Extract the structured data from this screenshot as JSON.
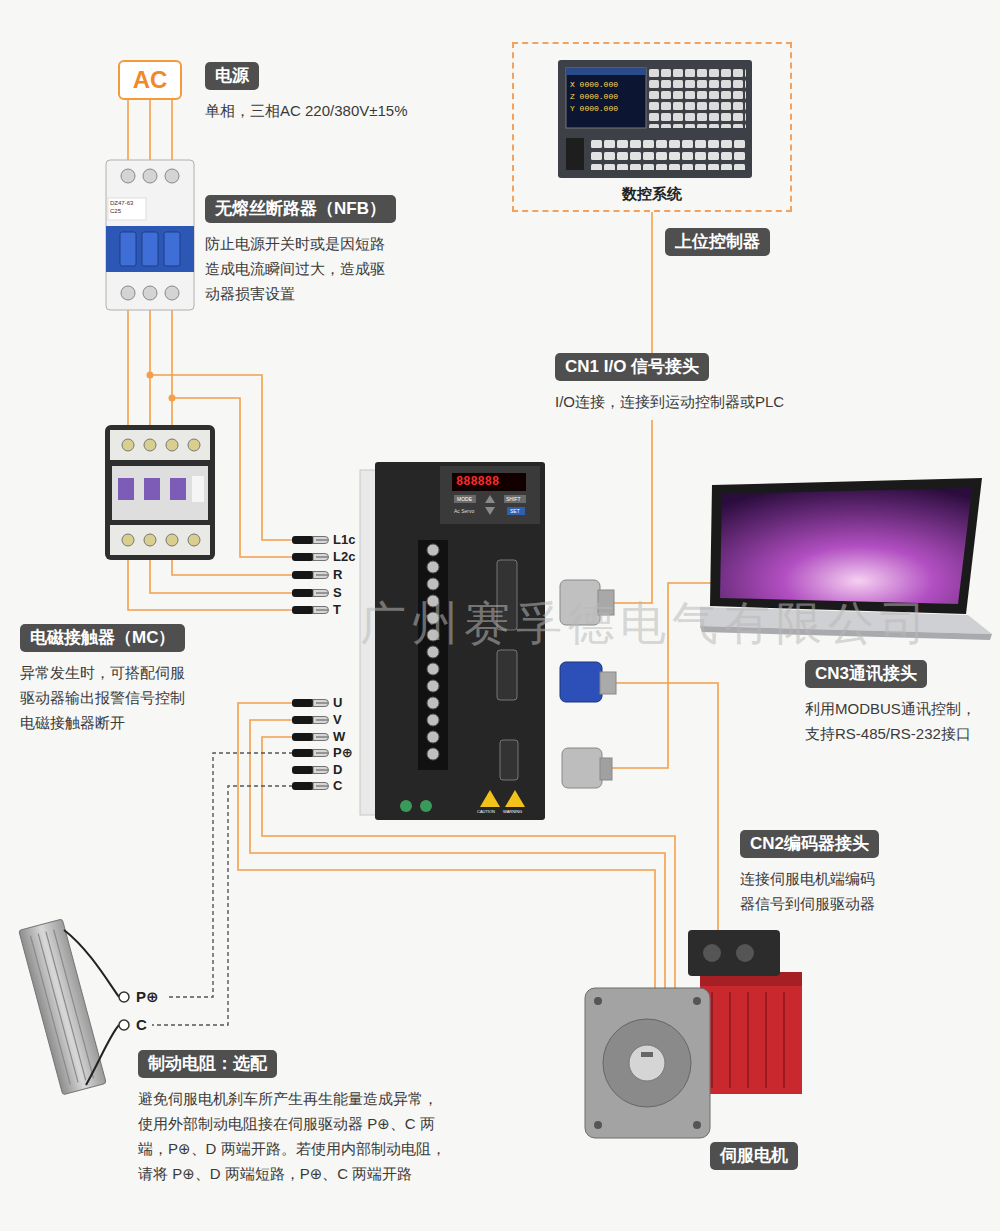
{
  "diagram": {
    "nodes": [
      {
        "text": [
          "AC"
        ]
      },
      {
        "text": [
          "电源",
          "单相，三相AC 220/380V±15%"
        ]
      },
      {
        "text": [
          "无熔丝断路器（NFB）",
          "防止电源开关时或是因短路 造成电流瞬间过大，造成驱 动器损害设置"
        ]
      },
      {
        "text": [
          "数控系统"
        ]
      },
      {
        "text": [
          "上位控制器"
        ]
      },
      {
        "text": [
          "CN1 I/O 信号接头",
          "I/O连接，连接到运动控制器或PLC"
        ]
      },
      {
        "text": [
          "电磁接触器（MC）",
          "异常发生时，可搭配伺服 驱动器输出报警信号控制 电磁接触器断开"
        ]
      },
      {
        "text": [
          "CN3通讯接头",
          "利用MODBUS通讯控制， 支持RS-485/RS-232接口"
        ]
      },
      {
        "text": [
          "CN2编码器接头",
          "连接伺服电机端编码 器信号到伺服驱动器"
        ]
      },
      {
        "text": [
          "制动电阻：选配",
          "避免伺服电机刹车所产生再生能量造成异常， 使用外部制动电阻接在伺服驱动器 P⊕、C 两 端，P⊕、D 两端开路。若使用内部制动电阻， 请将 P⊕、D 两端短路，P⊕、C 两端开路"
        ]
      },
      {
        "text": [
          "伺服电机"
        ]
      }
    ],
    "edges": [
      {
        "from": 3,
        "to": 5,
        "arrow": "none"
      }
    ],
    "labels": [
      "L1c",
      "L2c",
      "R",
      "S",
      "T",
      "U",
      "V",
      "W",
      "P⊕",
      "D",
      "C",
      "P⊕",
      "C",
      "广州赛孚德电气有限公司",
      "DZ47-63",
      "C25",
      "X 0000.000",
      "Z 0000.000",
      "Y 0000.000",
      "888888",
      "MODE",
      "SHIFT",
      "SET",
      "Ac Servo",
      "CAUTION",
      "WARNING"
    ]
  }
}
